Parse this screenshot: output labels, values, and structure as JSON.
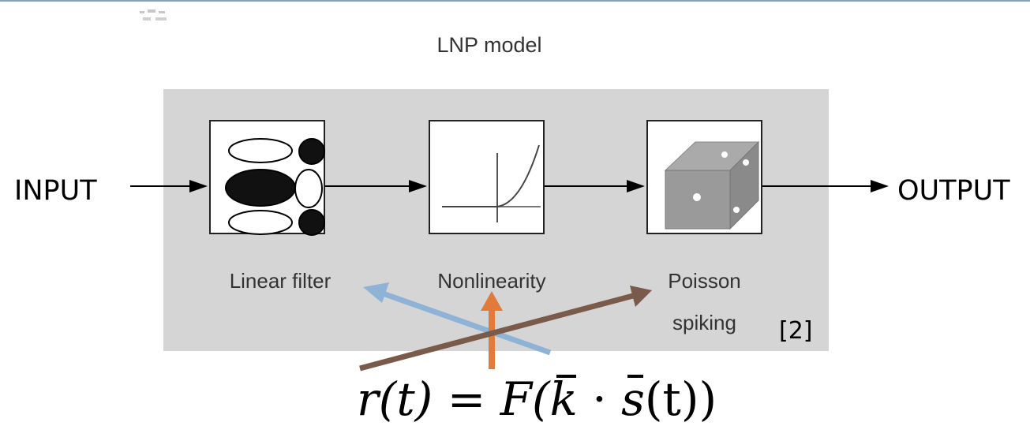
{
  "title": "LNP model",
  "input_label": "INPUT",
  "output_label": "OUTPUT",
  "stages": [
    {
      "name": "linear-filter",
      "caption_line1": "Linear filter",
      "caption_line2": ""
    },
    {
      "name": "nonlinearity",
      "caption_line1": "Nonlinearity",
      "caption_line2": ""
    },
    {
      "name": "poisson-spiking",
      "caption_line1": "Poisson",
      "caption_line2": "spiking"
    }
  ],
  "citation": "[2]",
  "formula": {
    "lhs": "r(t)",
    "equals": "=",
    "F": "F(",
    "k": "k",
    "dot": "·",
    "s": "s",
    "tail": "(t))"
  },
  "colors": {
    "panel": "#d5d5d5",
    "arrow_blue": "#8fb3d6",
    "arrow_orange": "#e07b3c",
    "arrow_brown": "#7a5a4a"
  }
}
